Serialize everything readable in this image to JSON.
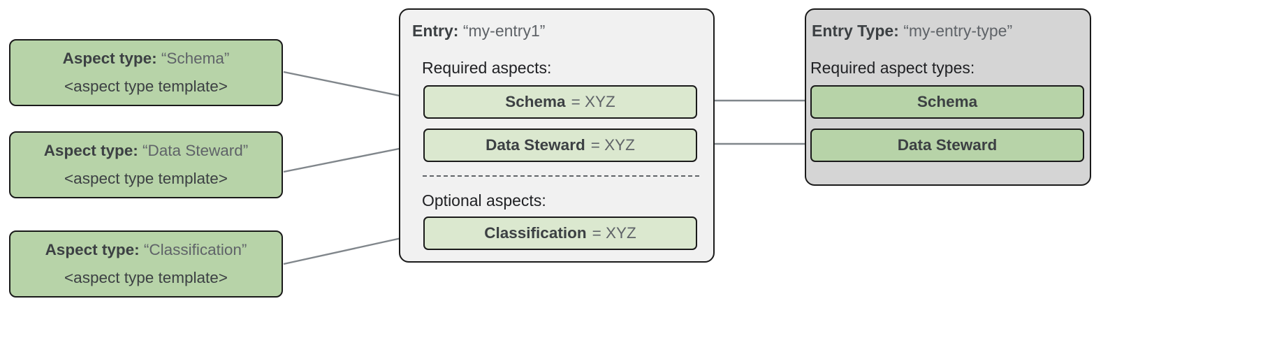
{
  "diagram": {
    "title": "Entry / Entry Type aspect relationship diagram",
    "colors": {
      "aspect_type_green": "#b7d3a8",
      "aspect_chip_green": "#dbe8cf",
      "entry_panel_gray": "#f1f1f1",
      "entry_type_panel_gray": "#d5d5d5",
      "stroke": "#1a1a1a",
      "connector": "#80868b"
    }
  },
  "aspect_types": [
    {
      "label": "Aspect type:",
      "value": "“Schema”",
      "template": "<aspect type template>"
    },
    {
      "label": "Aspect type:",
      "value": "“Data Steward”",
      "template": "<aspect type template>"
    },
    {
      "label": "Aspect type:",
      "value": "“Classification”",
      "template": "<aspect type template>"
    }
  ],
  "entry": {
    "label": "Entry:",
    "value": "“my-entry1”",
    "required_heading": "Required aspects:",
    "optional_heading": "Optional aspects:",
    "required_aspects": [
      {
        "name": "Schema",
        "assignment": "= XYZ"
      },
      {
        "name": "Data Steward",
        "assignment": "= XYZ"
      }
    ],
    "optional_aspects": [
      {
        "name": "Classification",
        "assignment": "= XYZ"
      }
    ]
  },
  "entry_type": {
    "label": "Entry Type:",
    "value": "“my-entry-type”",
    "required_heading": "Required aspect types:",
    "required_aspect_types": [
      {
        "name": "Schema"
      },
      {
        "name": "Data Steward"
      }
    ]
  },
  "connectors": [
    {
      "from": "aspect-type-schema",
      "to": "chip-schema"
    },
    {
      "from": "aspect-type-data-steward",
      "to": "chip-data-steward"
    },
    {
      "from": "aspect-type-classification",
      "to": "chip-classification"
    },
    {
      "from": "chip-schema",
      "to": "type-chip-schema"
    },
    {
      "from": "chip-data-steward",
      "to": "type-chip-data-steward"
    }
  ]
}
